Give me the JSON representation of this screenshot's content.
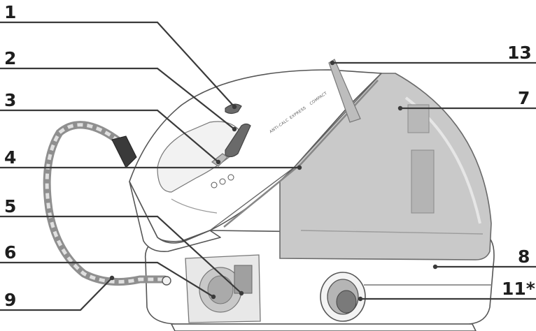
{
  "callouts": [
    {
      "id": "1",
      "label": "1"
    },
    {
      "id": "2",
      "label": "2"
    },
    {
      "id": "3",
      "label": "3"
    },
    {
      "id": "4",
      "label": "4"
    },
    {
      "id": "5",
      "label": "5"
    },
    {
      "id": "6",
      "label": "6"
    },
    {
      "id": "7",
      "label": "7"
    },
    {
      "id": "8",
      "label": "8"
    },
    {
      "id": "9",
      "label": "9"
    },
    {
      "id": "11",
      "label": "11*"
    },
    {
      "id": "13",
      "label": "13"
    }
  ],
  "product_text": {
    "brand": "ANTI-CALC",
    "model_line1": "EXPRESS",
    "model_line2": "COMPACT"
  },
  "colors": {
    "lines": "#3a3a3a",
    "tank": "#c9c9c9",
    "body": "#ffffff"
  }
}
